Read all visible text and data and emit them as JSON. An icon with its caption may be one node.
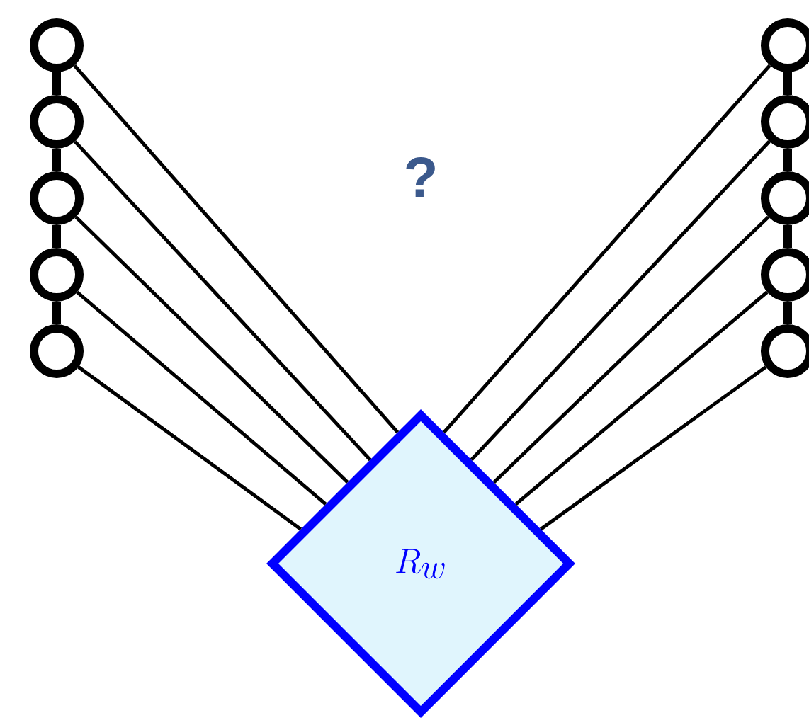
{
  "diagram": {
    "nodes": [
      {
        "text": [],
        "shape": "circle"
      },
      {
        "text": [],
        "shape": "circle"
      },
      {
        "text": [],
        "shape": "circle"
      },
      {
        "text": [],
        "shape": "circle"
      },
      {
        "text": [],
        "shape": "circle"
      },
      {
        "text": [],
        "shape": "circle"
      },
      {
        "text": [],
        "shape": "circle"
      },
      {
        "text": [],
        "shape": "circle"
      },
      {
        "text": [],
        "shape": "circle"
      },
      {
        "text": [],
        "shape": "circle"
      },
      {
        "text": [
          "R_w"
        ]
      }
    ],
    "edges": [
      {
        "from": 0,
        "to": 1,
        "arrow": "none",
        "style": "thick"
      },
      {
        "from": 1,
        "to": 2,
        "arrow": "none",
        "style": "thick"
      },
      {
        "from": 2,
        "to": 3,
        "arrow": "none",
        "style": "thick"
      },
      {
        "from": 3,
        "to": 4,
        "arrow": "none",
        "style": "thick"
      },
      {
        "from": 5,
        "to": 6,
        "arrow": "none",
        "style": "thick"
      },
      {
        "from": 6,
        "to": 7,
        "arrow": "none",
        "style": "thick"
      },
      {
        "from": 7,
        "to": 8,
        "arrow": "none",
        "style": "thick"
      },
      {
        "from": 8,
        "to": 9,
        "arrow": "none",
        "style": "thick"
      },
      {
        "from": 0,
        "to": 10,
        "arrow": "none"
      },
      {
        "from": 1,
        "to": 10,
        "arrow": "none"
      },
      {
        "from": 2,
        "to": 10,
        "arrow": "none"
      },
      {
        "from": 3,
        "to": 10,
        "arrow": "none"
      },
      {
        "from": 4,
        "to": 10,
        "arrow": "none"
      },
      {
        "from": 5,
        "to": 10,
        "arrow": "none"
      },
      {
        "from": 6,
        "to": 10,
        "arrow": "none"
      },
      {
        "from": 7,
        "to": 10,
        "arrow": "none"
      },
      {
        "from": 8,
        "to": 10,
        "arrow": "none"
      },
      {
        "from": 9,
        "to": 10,
        "arrow": "none"
      }
    ],
    "labels": [
      "?"
    ]
  }
}
